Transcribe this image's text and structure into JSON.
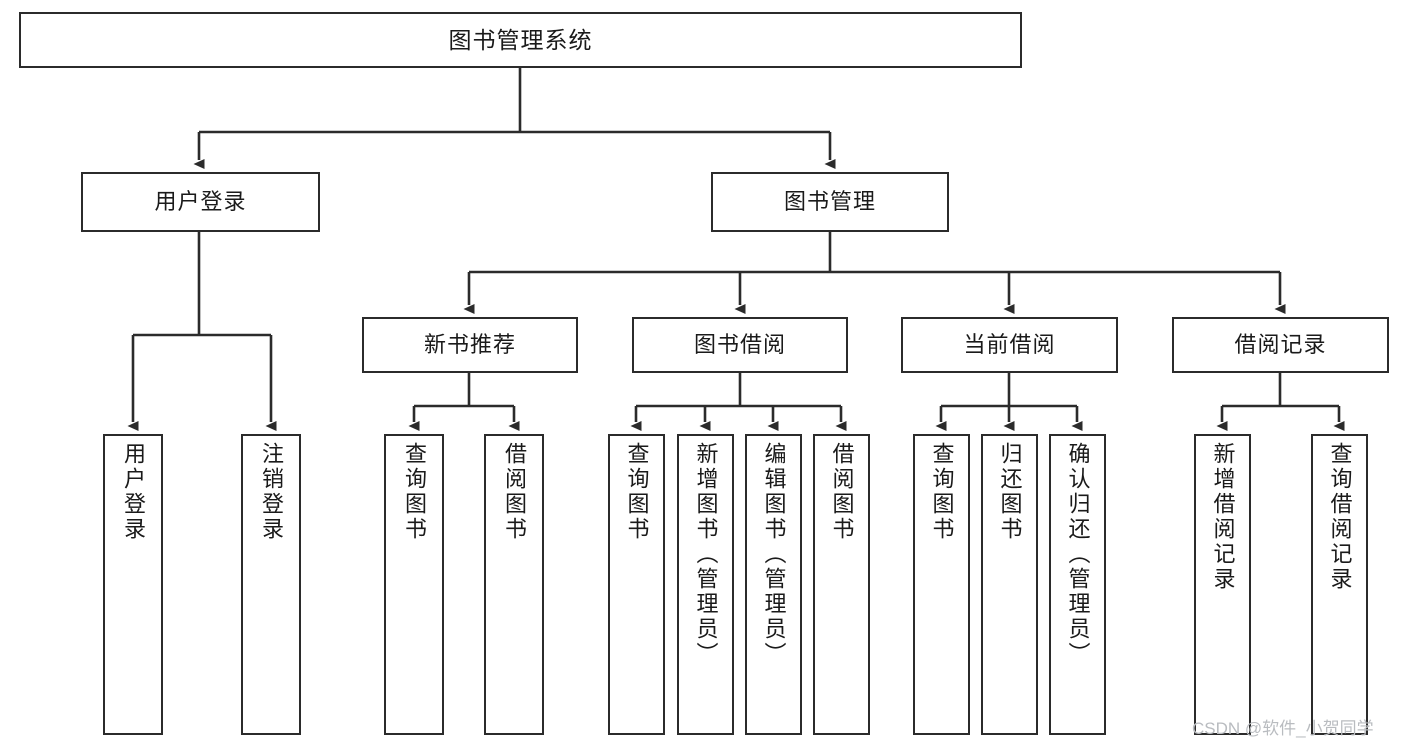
{
  "diagram": {
    "title": "图书管理系统",
    "type": "tree-hierarchy-diagram",
    "orientation": "top-down",
    "colors": {
      "box_border": "#2b2b2b",
      "box_fill": "#ffffff",
      "connector": "#2b2b2b",
      "text": "#1a1a1a",
      "background": "#ffffff",
      "watermark": "#b9bcc0"
    },
    "root": {
      "label": "图书管理系统"
    },
    "level2": [
      {
        "label": "用户登录"
      },
      {
        "label": "图书管理"
      }
    ],
    "level3": [
      {
        "label": "新书推荐"
      },
      {
        "label": "图书借阅"
      },
      {
        "label": "当前借阅"
      },
      {
        "label": "借阅记录"
      }
    ],
    "leaves": {
      "user_login": [
        {
          "label": "用户登录"
        },
        {
          "label": "注销登录"
        }
      ],
      "new_book_recommend": [
        {
          "label": "查询图书"
        },
        {
          "label": "借阅图书"
        }
      ],
      "book_borrow": [
        {
          "label": "查询图书"
        },
        {
          "label": "新增图书（管理员）"
        },
        {
          "label": "编辑图书（管理员）"
        },
        {
          "label": "借阅图书"
        }
      ],
      "current_borrow": [
        {
          "label": "查询图书"
        },
        {
          "label": "归还图书"
        },
        {
          "label": "确认归还（管理员）"
        }
      ],
      "borrow_record": [
        {
          "label": "新增借阅记录"
        },
        {
          "label": "查询借阅记录"
        }
      ]
    }
  },
  "watermark": {
    "text": "CSDN @软件_小贺同学"
  }
}
